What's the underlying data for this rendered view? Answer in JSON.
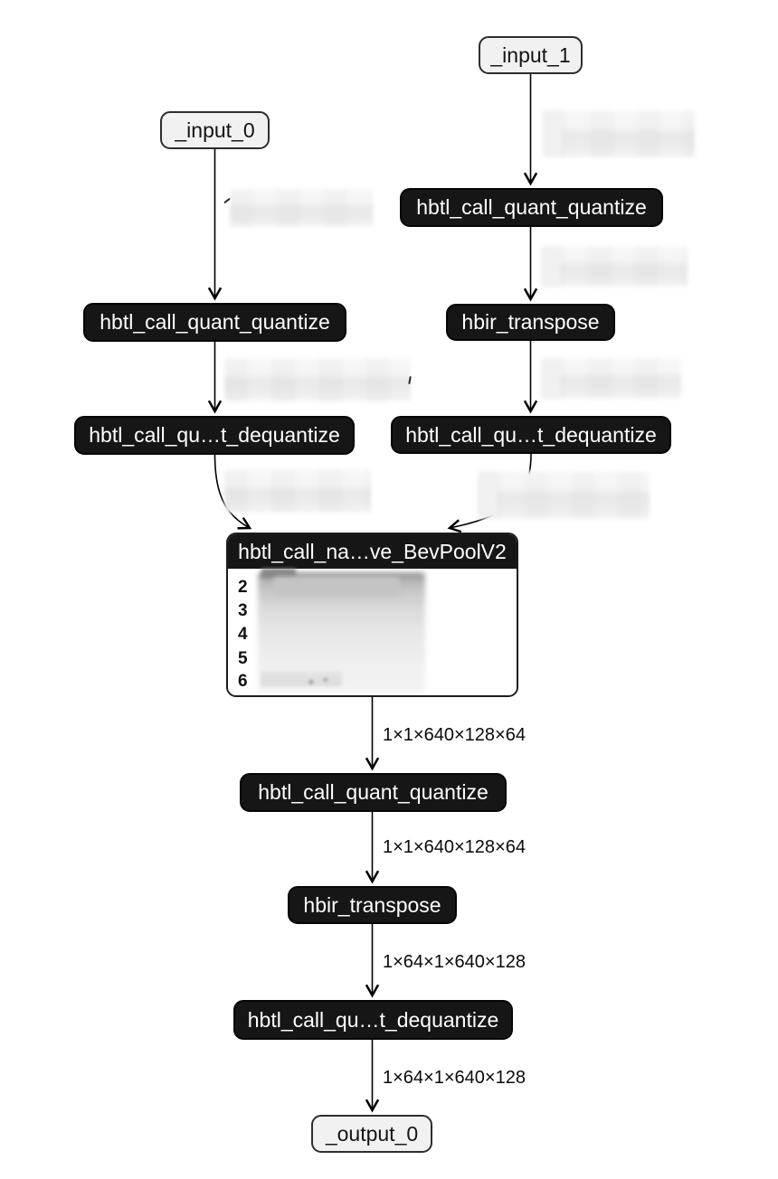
{
  "colors": {
    "node_dark_bg": "#161616",
    "node_dark_text": "#ffffff",
    "node_light_bg": "#f1f1f1",
    "node_light_border": "#2e2e2e",
    "edge": "#000000",
    "background": "#ffffff"
  },
  "nodes": {
    "input_1": {
      "label": "_input_1"
    },
    "input_0": {
      "label": "_input_0"
    },
    "quantize_right": {
      "label": "hbtl_call_quant_quantize"
    },
    "quantize_left": {
      "label": "hbtl_call_quant_quantize"
    },
    "transpose_right": {
      "label": "hbir_transpose"
    },
    "dequantize_left": {
      "label": "hbtl_call_qu…t_dequantize"
    },
    "dequantize_right": {
      "label": "hbtl_call_qu…t_dequantize"
    },
    "bevpool": {
      "label": "hbtl_call_na…ve_BevPoolV2",
      "rows": [
        "2",
        "3",
        "4",
        "5",
        "6"
      ]
    },
    "quantize_mid": {
      "label": "hbtl_call_quant_quantize"
    },
    "transpose_mid": {
      "label": "hbir_transpose"
    },
    "dequantize_mid": {
      "label": "hbtl_call_qu…t_dequantize"
    },
    "output_0": {
      "label": "_output_0"
    }
  },
  "edge_labels": {
    "bevpool_to_quantize": "1×1×640×128×64",
    "quantize_to_transpose": "1×1×640×128×64",
    "transpose_to_dequantize": "1×64×1×640×128",
    "dequantize_to_output": "1×64×1×640×128"
  }
}
